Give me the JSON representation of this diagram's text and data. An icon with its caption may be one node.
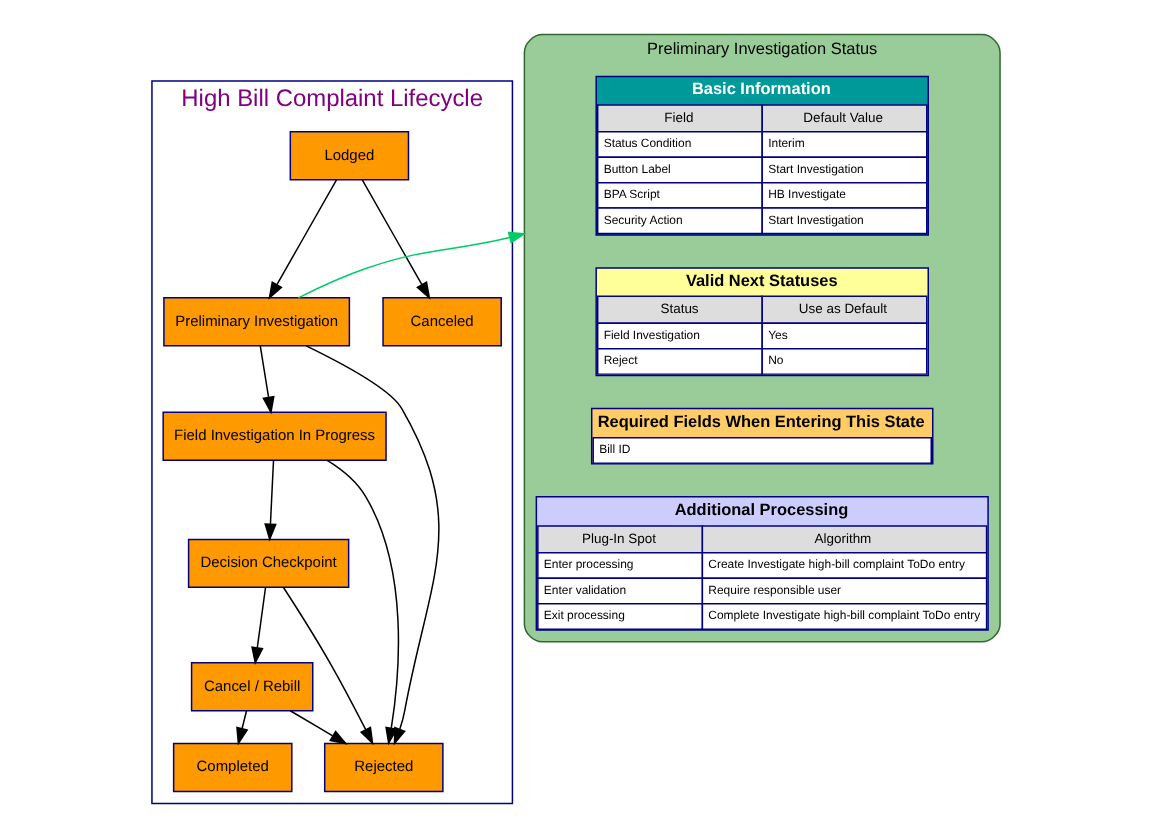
{
  "diagram": {
    "nodes": [
      {
        "text": [
          "High Bill Complaint Lifecycle"
        ]
      },
      {
        "text": [
          "Lodged"
        ],
        "in": 0
      },
      {
        "text": [
          "Preliminary Investigation"
        ],
        "in": 0
      },
      {
        "text": [
          "Canceled"
        ],
        "in": 0
      },
      {
        "text": [
          "Field Investigation In Progress"
        ],
        "in": 0
      },
      {
        "text": [
          "Rejected"
        ],
        "in": 0
      },
      {
        "text": [
          "Decision Checkpoint"
        ],
        "in": 0
      },
      {
        "text": [
          "Cancel / Rebill"
        ],
        "in": 0
      },
      {
        "text": [
          "Completed"
        ],
        "in": 0
      },
      {
        "text": [
          "Preliminary Investigation Status"
        ]
      },
      {
        "text": [
          "Basic Information",
          "Field",
          "Default Value",
          "Status Condition",
          "Interim",
          "Button Label",
          "Start Investigation",
          "BPA Script",
          "HB Investigate",
          "Security Action",
          "Start Investigation"
        ],
        "in": 9
      },
      {
        "text": [
          "Valid Next Statuses",
          "Status",
          "Use as Default",
          "Field Investigation",
          "Yes",
          "Reject",
          "No"
        ],
        "in": 9
      },
      {
        "text": [
          "Required Fields When Entering This State",
          "Bill ID"
        ],
        "in": 9
      },
      {
        "text": [
          "Additional Processing",
          "Plug-In Spot",
          "Algorithm",
          "Enter processing",
          "Create Investigate high-bill complaint ToDo entry",
          "Enter validation",
          "Require responsible user",
          "Exit processing",
          "Complete Investigate high-bill complaint ToDo entry"
        ],
        "in": 9
      }
    ],
    "edges": [
      {
        "from": 1,
        "to": 2,
        "arrow": "to"
      },
      {
        "from": 1,
        "to": 3,
        "arrow": "to"
      },
      {
        "from": 2,
        "to": 4,
        "arrow": "to"
      },
      {
        "from": 2,
        "to": 5,
        "arrow": "to"
      },
      {
        "from": 4,
        "to": 5,
        "arrow": "to"
      },
      {
        "from": 4,
        "to": 6,
        "arrow": "to"
      },
      {
        "from": 6,
        "to": 5,
        "arrow": "to"
      },
      {
        "from": 6,
        "to": 7,
        "arrow": "to"
      },
      {
        "from": 7,
        "to": 5,
        "arrow": "to"
      },
      {
        "from": 7,
        "to": 8,
        "arrow": "to"
      },
      {
        "from": 2,
        "to": 9,
        "arrow": "to",
        "color": "#00cc66"
      }
    ]
  }
}
